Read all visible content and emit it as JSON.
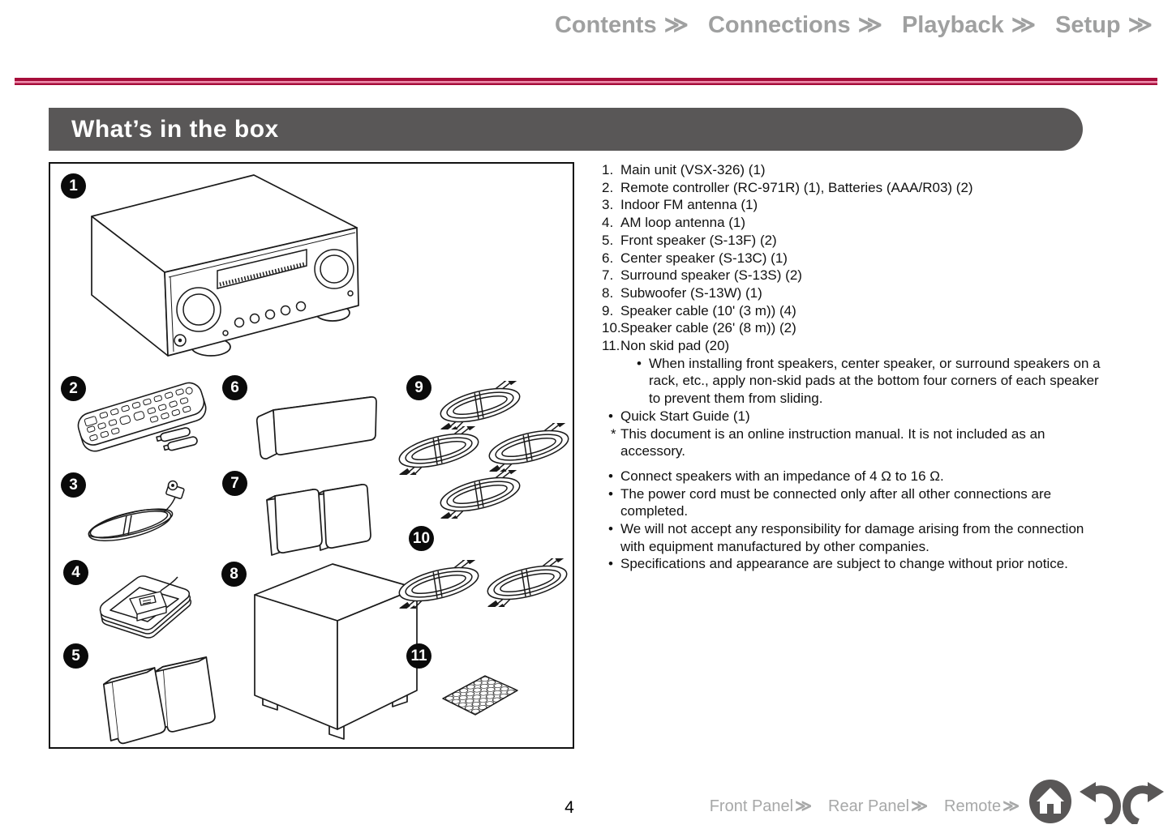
{
  "nav": {
    "chevron": "≫",
    "items": [
      {
        "label": "Contents"
      },
      {
        "label": "Connections"
      },
      {
        "label": "Playback"
      },
      {
        "label": "Setup"
      }
    ]
  },
  "section": {
    "title": "What’s in the box"
  },
  "figure": {
    "badges": [
      "1",
      "2",
      "3",
      "4",
      "5",
      "6",
      "7",
      "8",
      "9",
      "10",
      "11"
    ]
  },
  "accessories": [
    {
      "num": "1.",
      "text": "Main unit (VSX-326) (1)"
    },
    {
      "num": "2.",
      "text": "Remote controller (RC-971R) (1), Batteries (AAA/R03) (2)"
    },
    {
      "num": "3.",
      "text": "Indoor FM antenna (1)"
    },
    {
      "num": "4.",
      "text": "AM loop antenna (1)"
    },
    {
      "num": "5.",
      "text": "Front speaker (S-13F) (2)"
    },
    {
      "num": "6.",
      "text": "Center speaker (S-13C) (1)"
    },
    {
      "num": "7.",
      "text": "Surround speaker (S-13S) (2)"
    },
    {
      "num": "8.",
      "text": "Subwoofer (S-13W) (1)"
    },
    {
      "num": "9.",
      "text": "Speaker cable (10' (3 m)) (4)"
    },
    {
      "num": "10.",
      "text": "Speaker cable (26' (8 m)) (2)"
    },
    {
      "num": "11.",
      "text": "Non skid pad (20)"
    }
  ],
  "notes": [
    {
      "marker": "•",
      "text": "When installing front speakers, center speaker, or surround speakers on a rack, etc., apply non-skid pads at the bottom four corners of each speaker to prevent them from sliding."
    },
    {
      "marker": "•",
      "text": "Quick Start Guide (1)"
    },
    {
      "marker": "*",
      "text": "This document is an online instruction manual. It is not included as an accessory."
    }
  ],
  "cautions": [
    {
      "marker": "•",
      "text": "Connect speakers with an impedance of 4 Ω to 16 Ω."
    },
    {
      "marker": "•",
      "text": "The power cord must be connected only after all other connections are completed."
    },
    {
      "marker": "•",
      "text": "We will not accept any responsibility for damage arising from the connection with equipment manufactured by other companies."
    },
    {
      "marker": "•",
      "text": "Specifications and appearance are subject to change without prior notice."
    }
  ],
  "footer": {
    "page": "4",
    "chevron": "≫",
    "links": [
      {
        "label": "Front Panel"
      },
      {
        "label": "Rear Panel"
      },
      {
        "label": "Remote"
      }
    ]
  },
  "colors": {
    "accent_red": "#a60d3a",
    "accent_pink": "#ef8fae",
    "bar_gray": "#595757",
    "nav_gray": "#9fa0a0"
  }
}
